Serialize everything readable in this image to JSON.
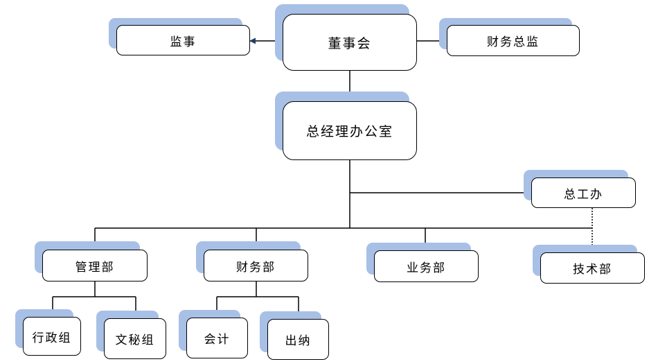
{
  "nodes": {
    "board": "董事会",
    "supervisor": "监事",
    "cfo": "财务总监",
    "gm_office": "总经理办公室",
    "chief_engineer": "总工办",
    "management": "管理部",
    "finance": "财务部",
    "business": "业务部",
    "tech": "技术部",
    "admin_group": "行政组",
    "secretary_group": "文秘组",
    "accounting": "会计",
    "cashier": "出纳"
  },
  "colors": {
    "shadow": "#a8c0e6",
    "line": "#000000",
    "arrow_fill": "#243f60"
  }
}
